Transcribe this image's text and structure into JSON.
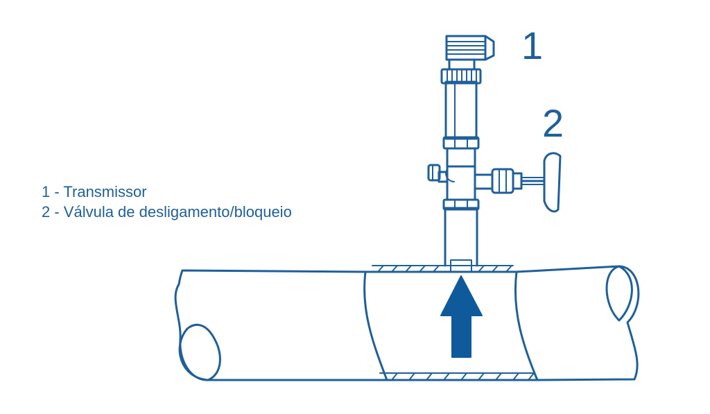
{
  "callouts": {
    "one": "1",
    "two": "2"
  },
  "legend": {
    "items": [
      "1 - Transmissor",
      "2 - Válvula de desligamento/bloqueio"
    ]
  },
  "colors": {
    "stroke": "#1f5f9a",
    "arrow": "#0f5a9b",
    "text": "#1f5f9a",
    "background": "#ffffff"
  },
  "icons": {
    "flow_direction": "up-arrow-icon"
  }
}
